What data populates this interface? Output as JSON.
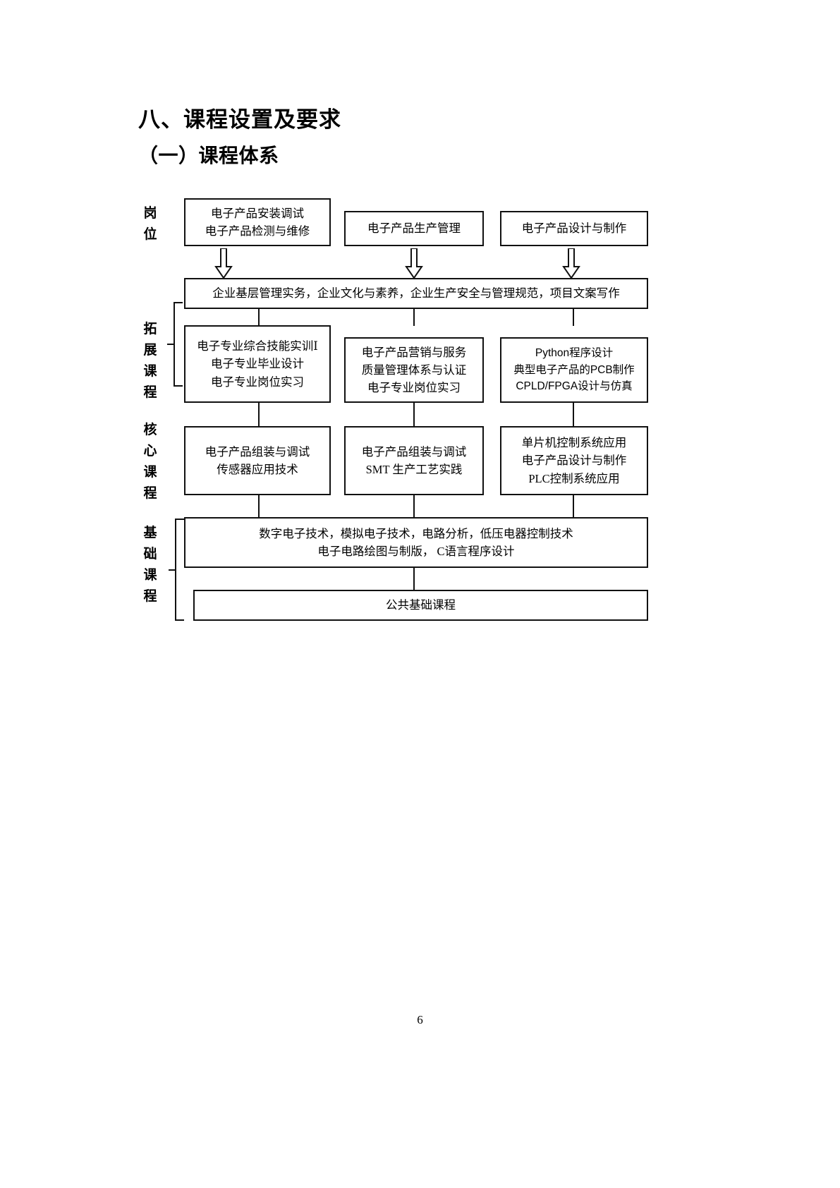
{
  "document": {
    "heading_1": "八、课程设置及要求",
    "heading_2": "（一）课程体系",
    "page_number": "6"
  },
  "diagram": {
    "stage_labels": {
      "jobs": "岗位",
      "extension": "拓展课程",
      "core": "核心课程",
      "foundation": "基础课程"
    },
    "jobs_row": [
      {
        "lines": [
          "电子产品安装调试",
          "电子产品检测与维修"
        ]
      },
      {
        "lines": [
          "电子产品生产管理"
        ]
      },
      {
        "lines": [
          "电子产品设计与制作"
        ]
      }
    ],
    "general_bar": {
      "lines": [
        "企业基层管理实务，企业文化与素养，企业生产安全与管理规范，项目文案写作"
      ]
    },
    "extension_row": [
      {
        "lines": [
          "电子专业综合技能实训Ⅰ",
          "电子专业毕业设计",
          "电子专业岗位实习"
        ]
      },
      {
        "lines": [
          "电子产品营销与服务",
          "质量管理体系与认证",
          "电子专业岗位实习"
        ]
      },
      {
        "lines": [
          "Python程序设计",
          "典型电子产品的PCB制作",
          "CPLD/FPGA设计与仿真"
        ],
        "font": "sans"
      }
    ],
    "core_row": [
      {
        "lines": [
          "电子产品组装与调试",
          "传感器应用技术"
        ]
      },
      {
        "lines": [
          "电子产品组装与调试",
          "SMT 生产工艺实践"
        ]
      },
      {
        "lines": [
          "单片机控制系统应用",
          "电子产品设计与制作",
          "PLC控制系统应用"
        ]
      }
    ],
    "foundation_box": {
      "lines": [
        "数字电子技术，模拟电子技术，电路分析，低压电器控制技术",
        "电子电路绘图与制版， C语言程序设计"
      ]
    },
    "public_foundation_box": {
      "lines": [
        "公共基础课程"
      ]
    },
    "arrows": [
      "down-arrow-1",
      "down-arrow-2",
      "down-arrow-3"
    ],
    "colors": {
      "stroke": "#111111",
      "background": "#ffffff",
      "text": "#000000"
    }
  }
}
